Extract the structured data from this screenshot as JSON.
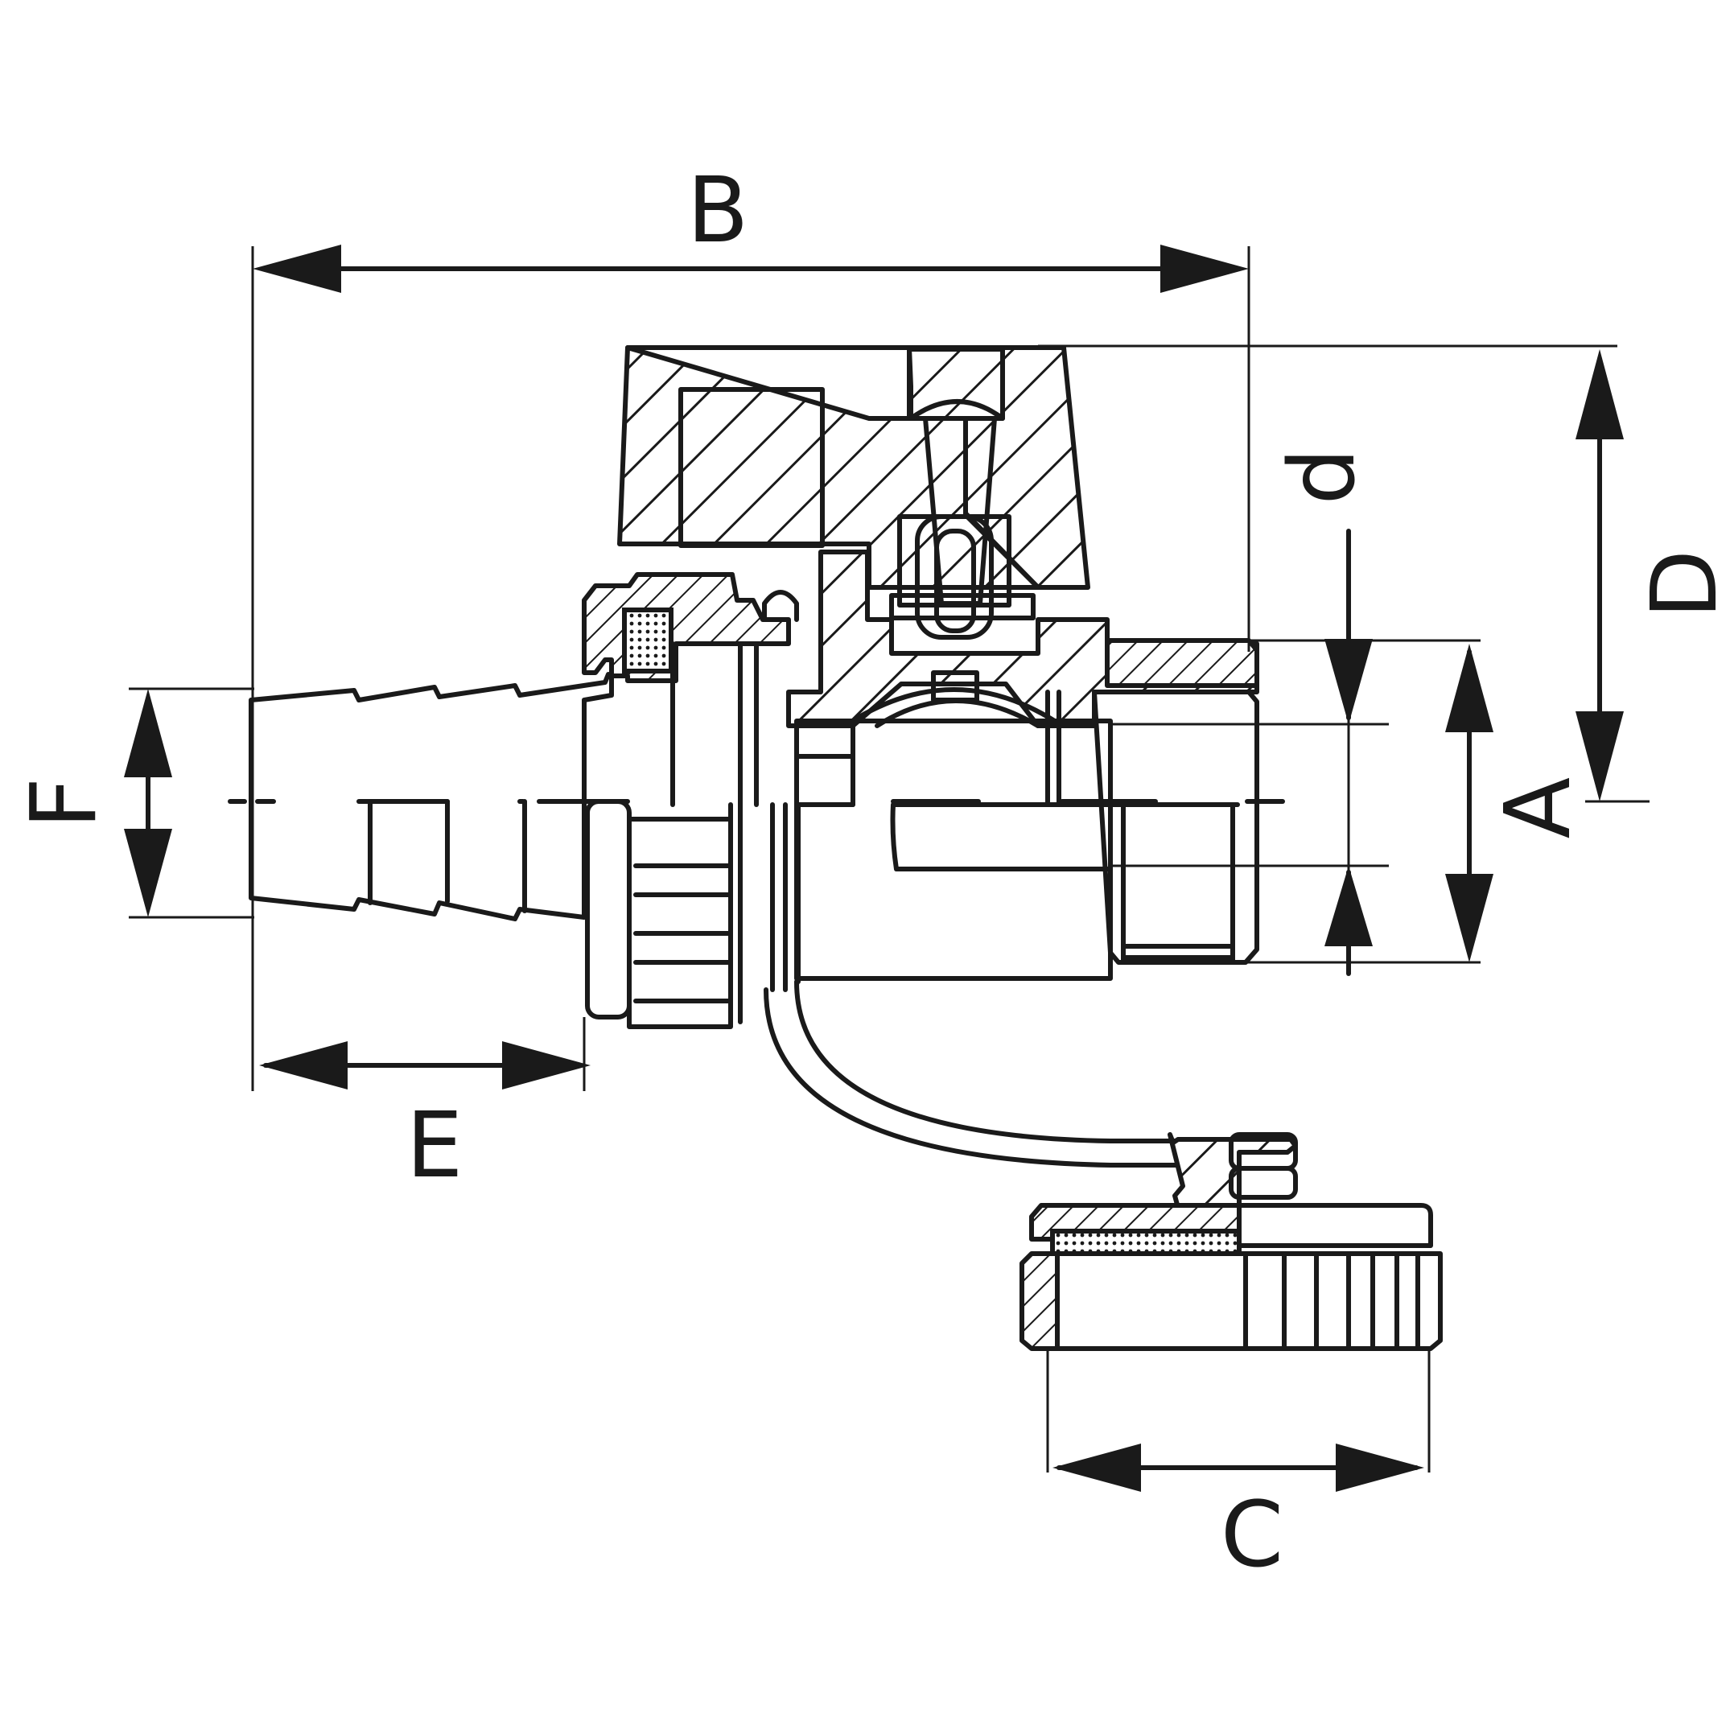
{
  "diagram": {
    "colors": {
      "line": "#1a1a1a",
      "background": "#ffffff"
    },
    "dimensions": {
      "A": "A",
      "B": "B",
      "C": "C",
      "D": "D",
      "E": "E",
      "F": "F",
      "d": "d"
    }
  }
}
